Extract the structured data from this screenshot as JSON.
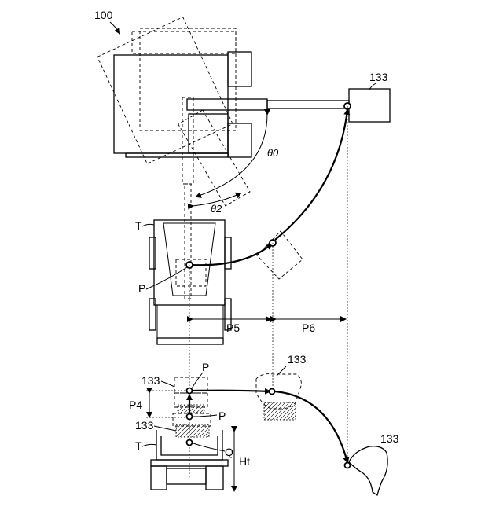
{
  "labels": {
    "fig_ref": "100",
    "bucket_top": "133",
    "bucket_mid": "133",
    "bucket_low_right": "133",
    "bucket_left_upper": "133",
    "bucket_left_lower": "133",
    "theta0": "θ0",
    "theta2": "θ2",
    "truck_top": "T",
    "truck_bottom": "T",
    "p_top": "P",
    "p_mid": "P",
    "p_low": "P",
    "q": "Q",
    "p4": "P4",
    "p5": "P5",
    "p6": "P6",
    "ht": "Ht"
  }
}
